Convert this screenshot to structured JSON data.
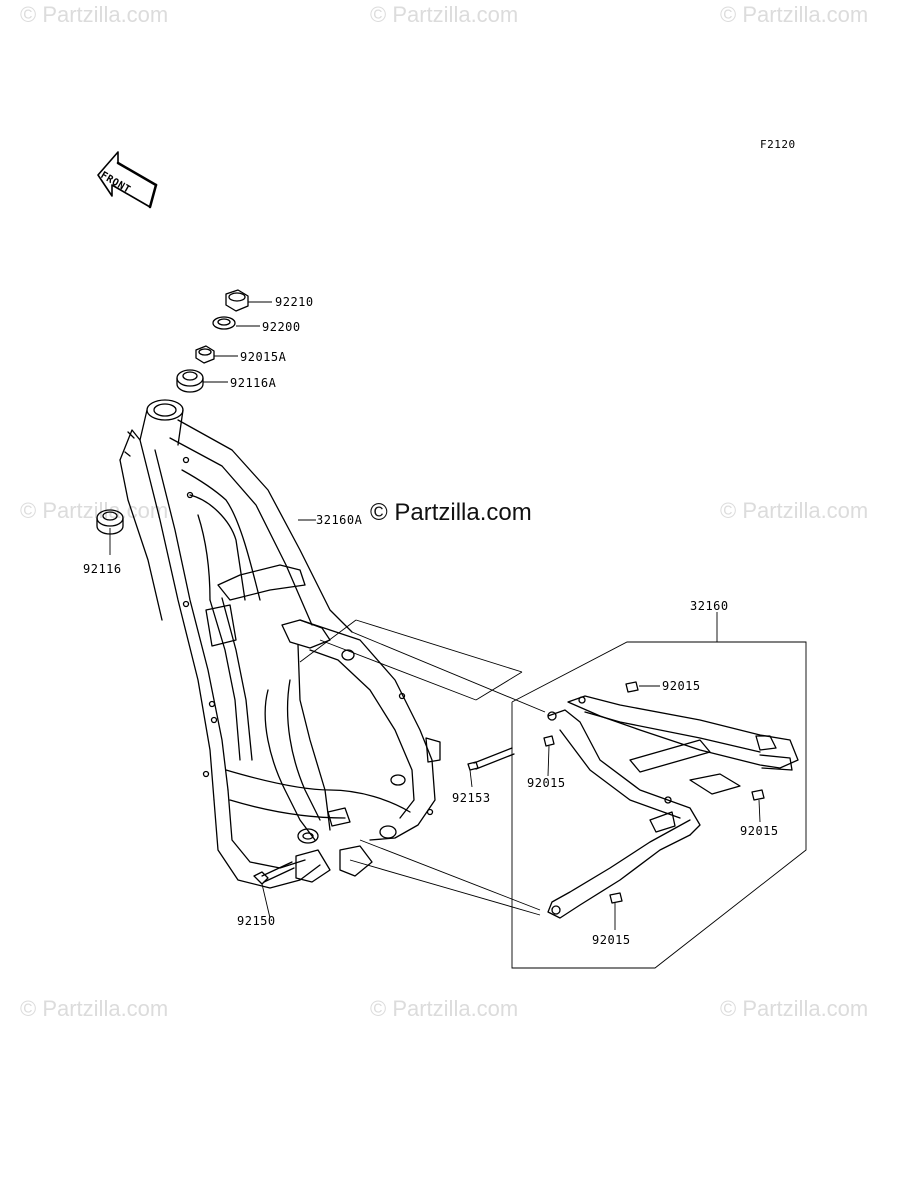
{
  "watermark": "© Partzilla.com",
  "figure_code": "F2120",
  "front_label": "FRONT",
  "parts": {
    "p92210": "92210",
    "p92200": "92200",
    "p92015A": "92015A",
    "p92116A": "92116A",
    "p32160A": "32160A",
    "p92116": "92116",
    "p32160": "32160",
    "p92015_a": "92015",
    "p92015_b": "92015",
    "p92153": "92153",
    "p92015_c": "92015",
    "p92150": "92150",
    "p92015_d": "92015"
  }
}
